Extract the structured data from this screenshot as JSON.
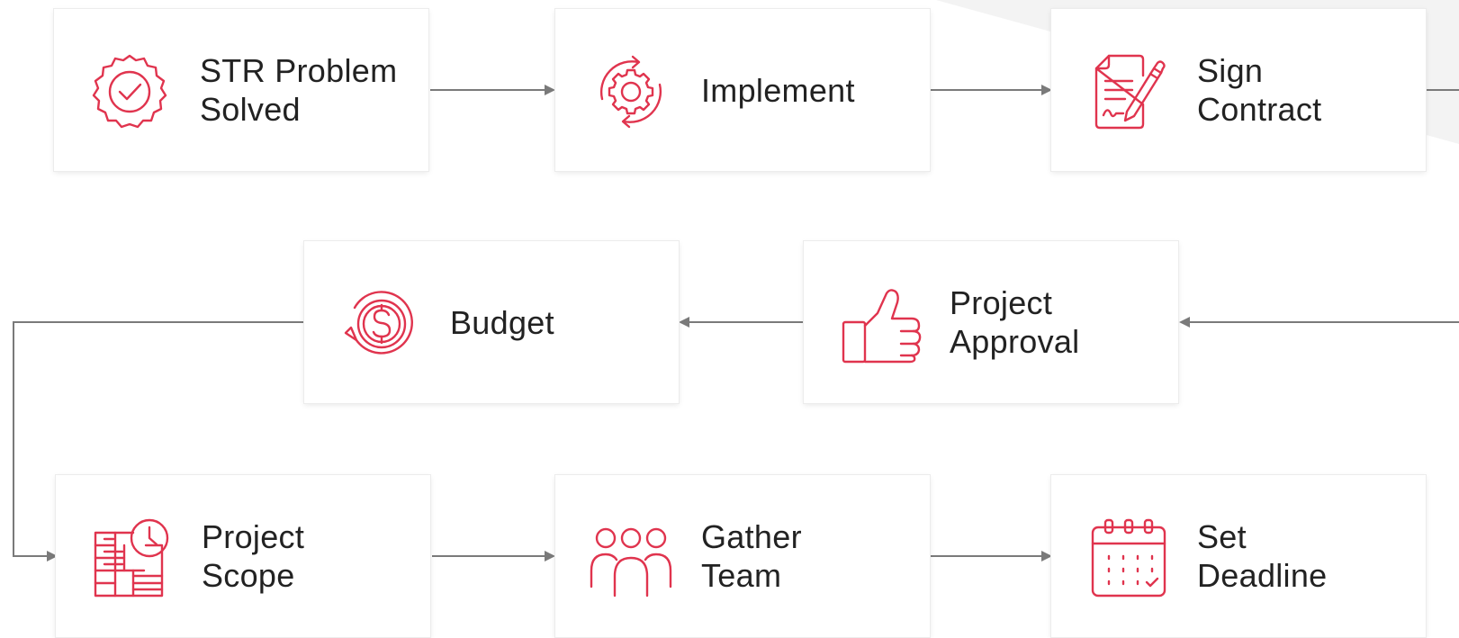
{
  "theme": {
    "accent": "#E0344E",
    "text": "#222222",
    "connector": "#7A7A7A"
  },
  "steps": [
    {
      "id": "str-problem-solved",
      "label": "STR Problem\nSolved",
      "icon": "badge-check-icon"
    },
    {
      "id": "implement",
      "label": "Implement",
      "icon": "gear-refresh-icon"
    },
    {
      "id": "sign-contract",
      "label": "Sign\nContract",
      "icon": "contract-pen-icon"
    },
    {
      "id": "budget",
      "label": "Budget",
      "icon": "dollar-cycle-icon"
    },
    {
      "id": "project-approval",
      "label": "Project\nApproval",
      "icon": "thumbs-up-icon"
    },
    {
      "id": "project-scope",
      "label": "Project\nScope",
      "icon": "scope-plan-icon"
    },
    {
      "id": "gather-team",
      "label": "Gather\nTeam",
      "icon": "team-icon"
    },
    {
      "id": "set-deadline",
      "label": "Set\nDeadline",
      "icon": "calendar-icon"
    }
  ]
}
